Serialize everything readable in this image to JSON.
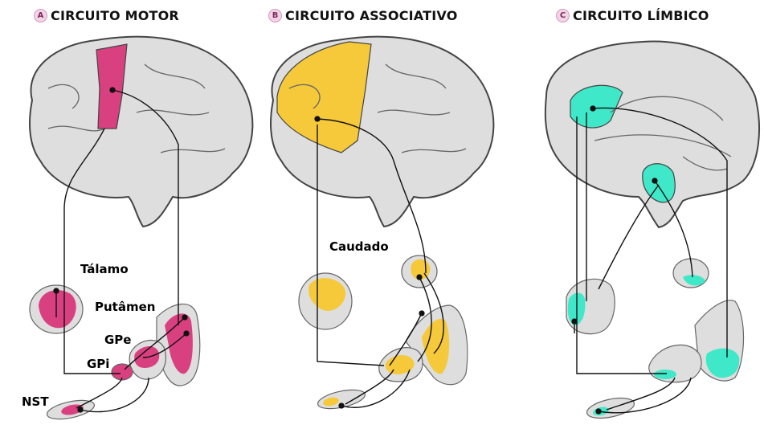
{
  "panels": [
    {
      "badge": "A",
      "title": "CIRCUITO MOTOR",
      "color": "#d9407f"
    },
    {
      "badge": "B",
      "title": "CIRCUITO ASSOCIATIVO",
      "color": "#f5c93a"
    },
    {
      "badge": "C",
      "title": "CIRCUITO LÍMBICO",
      "color": "#3ee8c8"
    }
  ],
  "labels": {
    "talamo": "Tálamo",
    "putamen": "Putâmen",
    "gpe": "GPe",
    "gpi": "GPi",
    "nst": "NST",
    "caudado": "Caudado"
  },
  "colors": {
    "brain_fill": "#dedede",
    "outline": "#555555",
    "motor": "#d9407f",
    "associative": "#f5c93a",
    "limbic": "#3ee8c8"
  }
}
